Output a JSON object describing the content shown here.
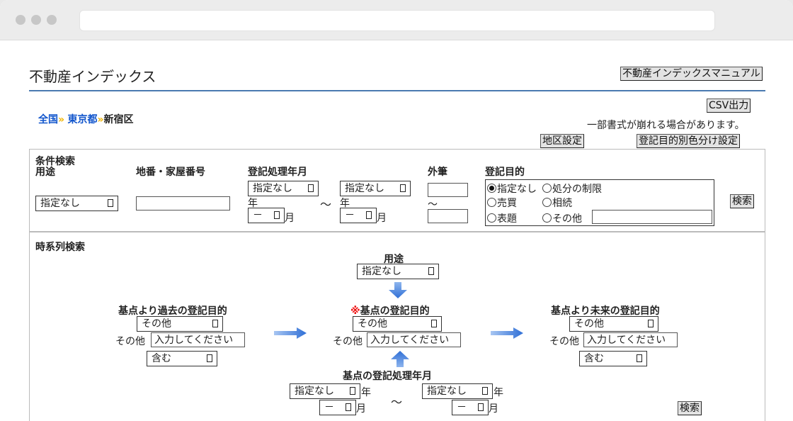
{
  "page": {
    "title": "不動産インデックス",
    "manual_button": "不動産インデックスマニュアル",
    "csv_button": "CSV出力",
    "notice": "一部書式が崩れる場合があります。",
    "district_button": "地区設定",
    "color_button": "登記目的別色分け設定"
  },
  "breadcrumb": {
    "items": [
      "全国",
      "東京都",
      "新宿区"
    ],
    "separator": "»"
  },
  "condition_search": {
    "heading": "条件検索",
    "usage_label": "用途",
    "usage_value": "指定なし",
    "lot_label": "地番・家屋番号",
    "lot_value": "",
    "date_label": "登記処理年月",
    "from_year": "指定なし",
    "from_month": "－",
    "to_year": "指定なし",
    "to_month": "－",
    "year_unit": "年",
    "month_unit": "月",
    "tilde": "～",
    "outer_label": "外筆",
    "outer_from": "",
    "outer_to": "",
    "purpose_label": "登記目的",
    "purposes": [
      "指定なし",
      "処分の制限",
      "売買",
      "相続",
      "表題",
      "その他"
    ],
    "purpose_other_value": "",
    "search_button": "検索"
  },
  "timeseries_search": {
    "heading": "時系列検索",
    "usage_label": "用途",
    "usage_value": "指定なし",
    "past_label": "基点より過去の登記目的",
    "past_value": "その他",
    "base_marker": "※",
    "base_label": "基点の登記目的",
    "base_value": "その他",
    "future_label": "基点より未来の登記目的",
    "future_value": "その他",
    "other_label": "その他",
    "other_placeholder": "入力してください",
    "include_value": "含む",
    "base_date_label": "基点の登記処理年月",
    "from_year": "指定なし",
    "from_month": "－",
    "to_year": "指定なし",
    "to_month": "－",
    "year_unit": "年",
    "month_unit": "月",
    "tilde": "～",
    "search_button": "検索"
  },
  "colors": {
    "breadcrumb_link": "#1155cc",
    "separator": "#f0b400",
    "header_rule": "#4a7ab0",
    "arrow": "#3a78d8",
    "marker": "#e11111"
  }
}
